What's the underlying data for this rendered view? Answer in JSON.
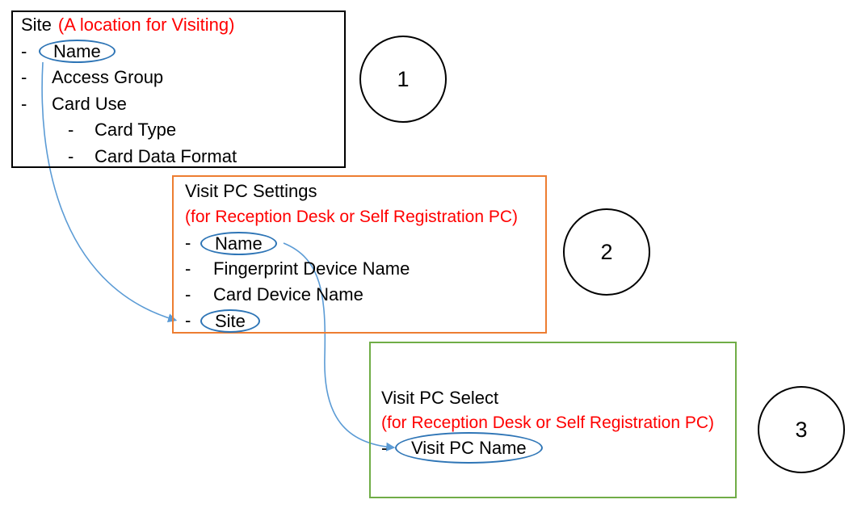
{
  "bullet": "-",
  "colors": {
    "ink": "#000000",
    "red": "#FF0000",
    "orange": "#ED7D31",
    "green": "#70AD47",
    "ellipse-blue": "#2E75B6",
    "arrow-blue": "#5B9BD5",
    "background": "#FFFFFF"
  },
  "boxes": [
    {
      "title": "Site",
      "subtitle": "(A location for Visiting)",
      "badge": "1",
      "items": [
        {
          "label": "Name",
          "level": 1,
          "circled": true
        },
        {
          "label": "Access Group",
          "level": 1,
          "circled": false
        },
        {
          "label": "Card Use",
          "level": 1,
          "circled": false
        },
        {
          "label": "Card Type",
          "level": 2,
          "circled": false
        },
        {
          "label": "Card Data Format",
          "level": 2,
          "circled": false
        }
      ]
    },
    {
      "title": "Visit PC Settings",
      "subtitle": "(for Reception Desk or Self Registration PC)",
      "badge": "2",
      "items": [
        {
          "label": "Name",
          "level": 1,
          "circled": true
        },
        {
          "label": "Fingerprint Device Name",
          "level": 1,
          "circled": false
        },
        {
          "label": "Card Device Name",
          "level": 1,
          "circled": false
        },
        {
          "label": "Site",
          "level": 1,
          "circled": true
        }
      ]
    },
    {
      "title": "Visit PC Select",
      "subtitle": "(for Reception Desk or Self Registration PC)",
      "badge": "3",
      "items": [
        {
          "label": "Visit PC Name",
          "level": 1,
          "circled": true
        }
      ]
    }
  ],
  "connectors": [
    {
      "from": "Site / Name",
      "to": "Visit PC Settings / Site"
    },
    {
      "from": "Visit PC Settings / Name",
      "to": "Visit PC Select / Visit PC Name"
    }
  ]
}
